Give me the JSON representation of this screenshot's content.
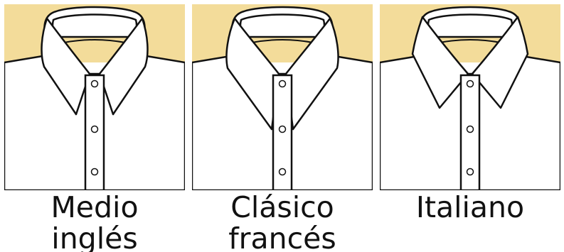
{
  "colors": {
    "background": "#f3dc9a",
    "collar_fill": "#ffffff",
    "line": "#111111"
  },
  "panels": [
    {
      "style": "medio-ingles",
      "label_lines": [
        "Medio",
        "inglés"
      ]
    },
    {
      "style": "clasico-frances",
      "label_lines": [
        "Clásico",
        "francés"
      ]
    },
    {
      "style": "italiano",
      "label_lines": [
        "Italiano"
      ]
    }
  ]
}
